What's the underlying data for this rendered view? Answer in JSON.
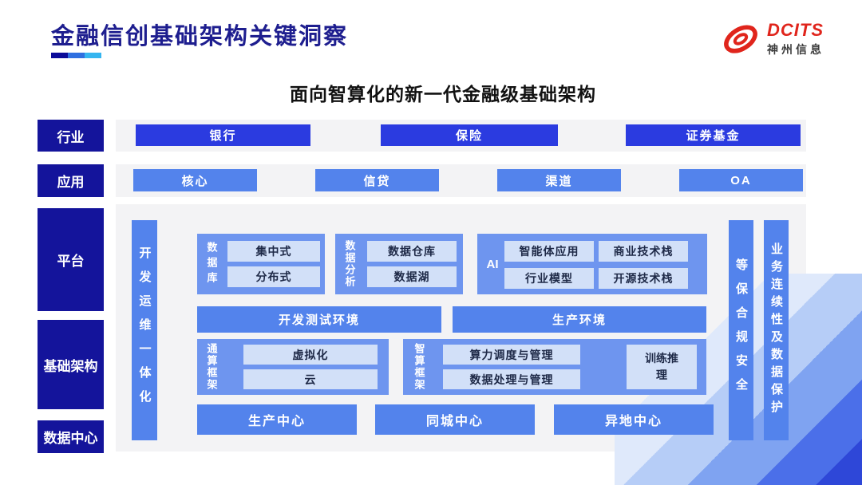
{
  "slide": {
    "title": "金融信创基础架构关键洞察",
    "subtitle": "面向智算化的新一代金融级基础架构"
  },
  "logo": {
    "brand": "DCITS",
    "company": "神州信息"
  },
  "left_labels": {
    "industry": "行业",
    "application": "应用",
    "platform": "平台",
    "infrastructure": "基础架构",
    "datacenter": "数据中心"
  },
  "industry_row": {
    "items": [
      "银行",
      "保险",
      "证券基金"
    ]
  },
  "application_row": {
    "items": [
      "核心",
      "信贷",
      "渠道",
      "OA"
    ]
  },
  "platform_area": {
    "devops_bar": "开发运维一体化",
    "security_bar": "等保合规安全",
    "continuity_bar": "业务连续性及数据保护",
    "database_group": {
      "label": "数据库",
      "items": [
        "集中式",
        "分布式"
      ]
    },
    "analytics_group": {
      "label": "数据分析",
      "items": [
        "数据仓库",
        "数据湖"
      ]
    },
    "ai_group": {
      "label": "AI",
      "items": [
        "智能体应用",
        "商业技术栈",
        "行业模型",
        "开源技术栈"
      ]
    },
    "environments": {
      "dev_test": "开发测试环境",
      "production": "生产环境"
    },
    "general_compute_group": {
      "label": "通算框架",
      "items": [
        "虚拟化",
        "云"
      ]
    },
    "smart_compute_group": {
      "label": "智算框架",
      "items": [
        "算力调度与管理",
        "数据处理与管理"
      ],
      "side_box": "训练推理"
    },
    "centers": [
      "生产中心",
      "同城中心",
      "异地中心"
    ]
  },
  "colors": {
    "navy": "#14149b",
    "strong_blue": "#2b3be0",
    "medium_blue": "#5383ec",
    "group_blue": "#6e95ef",
    "pill_blue": "#d2e0f8",
    "logo_red": "#e0251c",
    "underline_segments": [
      "#0b0b99",
      "#2f6fe0",
      "#35b5f0"
    ]
  }
}
